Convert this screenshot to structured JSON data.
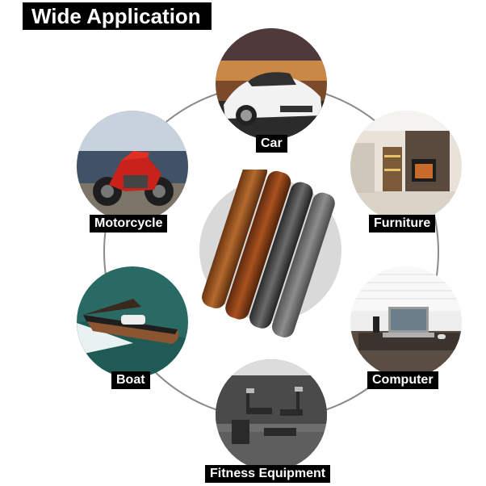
{
  "title": "Wide Application",
  "applications": [
    {
      "label": "Car",
      "icon": "car-photo"
    },
    {
      "label": "Furniture",
      "icon": "furniture-photo"
    },
    {
      "label": "Computer",
      "icon": "computer-photo"
    },
    {
      "label": "Fitness Equipment",
      "icon": "fitness-photo"
    },
    {
      "label": "Boat",
      "icon": "boat-photo"
    },
    {
      "label": "Motorcycle",
      "icon": "motorcycle-photo"
    }
  ],
  "center": {
    "icon": "vinyl-film-rolls"
  },
  "colors": {
    "ring": "#8a8a8a",
    "label_bg": "#000000",
    "center_disc": "#d9d9d9"
  }
}
